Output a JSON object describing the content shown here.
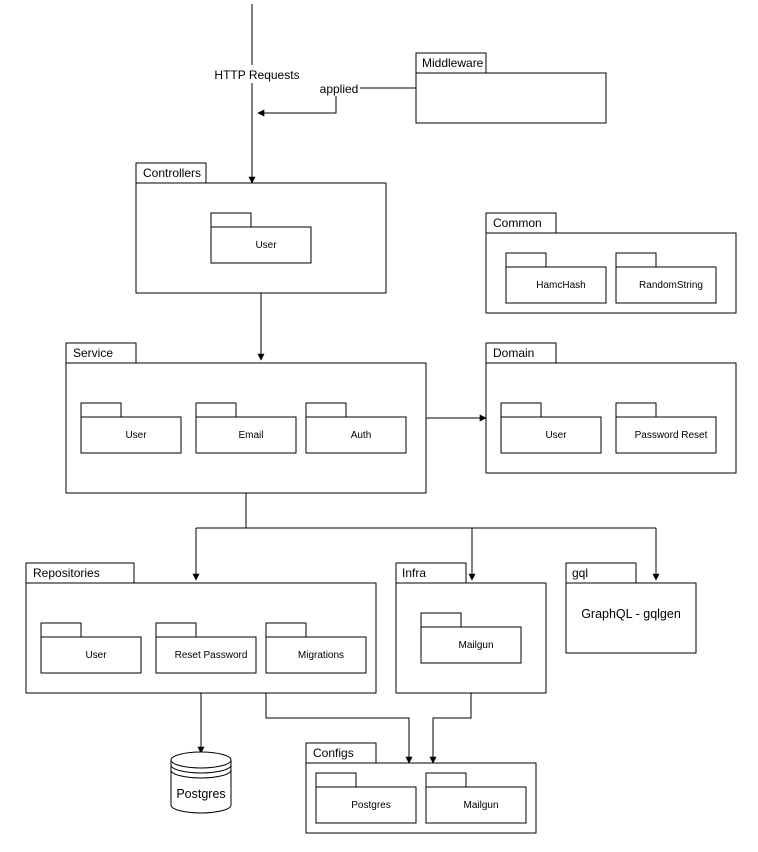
{
  "flow": {
    "http_requests": "HTTP Requests",
    "applied": "applied"
  },
  "packages": {
    "middleware": {
      "title": "Middleware"
    },
    "controllers": {
      "title": "Controllers",
      "items": [
        "User"
      ]
    },
    "common": {
      "title": "Common",
      "items": [
        "HamcHash",
        "RandomString"
      ]
    },
    "service": {
      "title": "Service",
      "items": [
        "User",
        "Email",
        "Auth"
      ]
    },
    "domain": {
      "title": "Domain",
      "items": [
        "User",
        "Password Reset"
      ]
    },
    "repositories": {
      "title": "Repositories",
      "items": [
        "User",
        "Reset Password",
        "Migrations"
      ]
    },
    "infra": {
      "title": "Infra",
      "items": [
        "Mailgun"
      ]
    },
    "gql": {
      "title": "gql",
      "body": "GraphQL - gqlgen"
    },
    "configs": {
      "title": "Configs",
      "items": [
        "Postgres",
        "Mailgun"
      ]
    }
  },
  "database": {
    "label": "Postgres"
  }
}
